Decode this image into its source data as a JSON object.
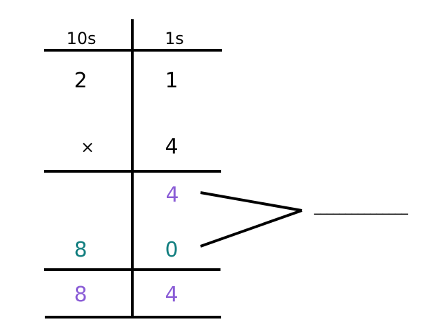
{
  "table": {
    "headers": {
      "tens": "10s",
      "ones": "1s"
    },
    "multiplicand": {
      "tens": "2",
      "ones": "1"
    },
    "multiplier": {
      "operator": "×",
      "ones": "4"
    },
    "partial_products": [
      {
        "tens": "",
        "ones": "4",
        "color": "#8a5cd6"
      },
      {
        "tens": "8",
        "ones": "0",
        "color": "#137f80"
      }
    ],
    "result": {
      "tens": "8",
      "ones": "4",
      "color": "#8a5cd6"
    }
  },
  "answer_blank": "_______________"
}
